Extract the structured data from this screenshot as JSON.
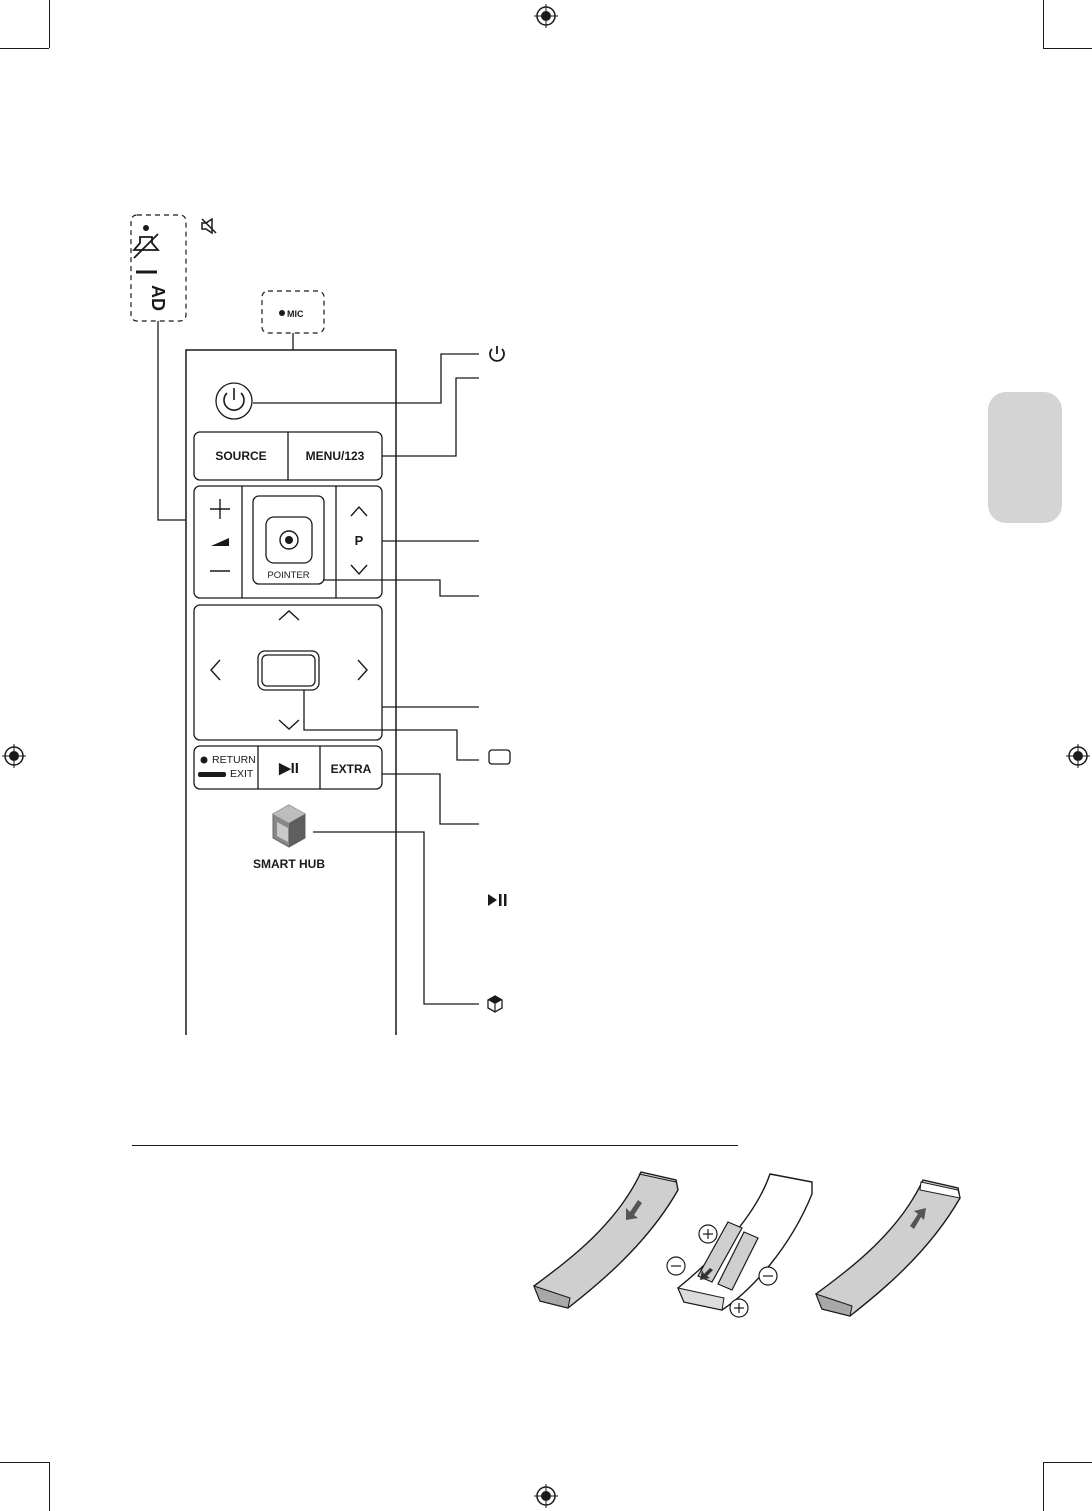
{
  "remote": {
    "mic_label": "MIC",
    "source_label": "SOURCE",
    "menu_label": "MENU/123",
    "pointer_label": "POINTER",
    "p_label": "P",
    "return_label": "RETURN",
    "exit_label": "EXIT",
    "play_pause_label": "▶II",
    "extra_label": "EXTRA",
    "smart_hub_label": "SMART HUB",
    "ad_label": "AD"
  },
  "icons": {
    "mute": "mute-icon",
    "power": "power-icon",
    "enter": "enter-key-icon",
    "play_pause": "play-pause-icon",
    "smart_hub": "smart-hub-cube-icon"
  },
  "colors": {
    "ink": "#1a1a1a",
    "grey_fill": "#d4d4d4",
    "battery_cover": "#cfcfcf"
  }
}
